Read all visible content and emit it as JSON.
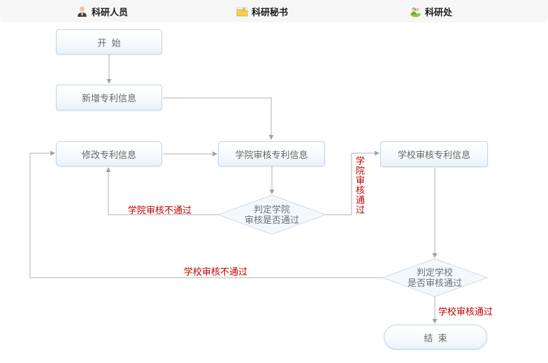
{
  "header": {
    "lanes": [
      {
        "label": "科研人员",
        "icon": "researcher-icon"
      },
      {
        "label": "科研秘书",
        "icon": "secretary-icon"
      },
      {
        "label": "科研处",
        "icon": "research-office-icon"
      }
    ]
  },
  "flow": {
    "nodes": {
      "start": "开  始",
      "add_patent": "新增专利信息",
      "modify_patent": "修改专利信息",
      "college_review": "学院审核专利信息",
      "school_review": "学校审核专利信息",
      "end": "结  束",
      "college_decision": "判定学院\n审核是否通过",
      "school_decision": "判定学校\n是否审核通过"
    },
    "edge_labels": {
      "college_reject": "学院审核不通过",
      "college_approve": "学院审核通过",
      "school_reject": "学校审核不通过",
      "school_approve": "学校审核通过"
    }
  },
  "colors": {
    "header_bg": "#f6f6f6",
    "node_border": "#c3d4e3",
    "node_fill_bottom": "#e9f1f9",
    "diamond_fill": "#f4f8fd",
    "diamond_border": "#cfdbe8",
    "connector_line": "#b0b0b0",
    "edge_label_red": "#c00000",
    "node_text": "#666666"
  }
}
